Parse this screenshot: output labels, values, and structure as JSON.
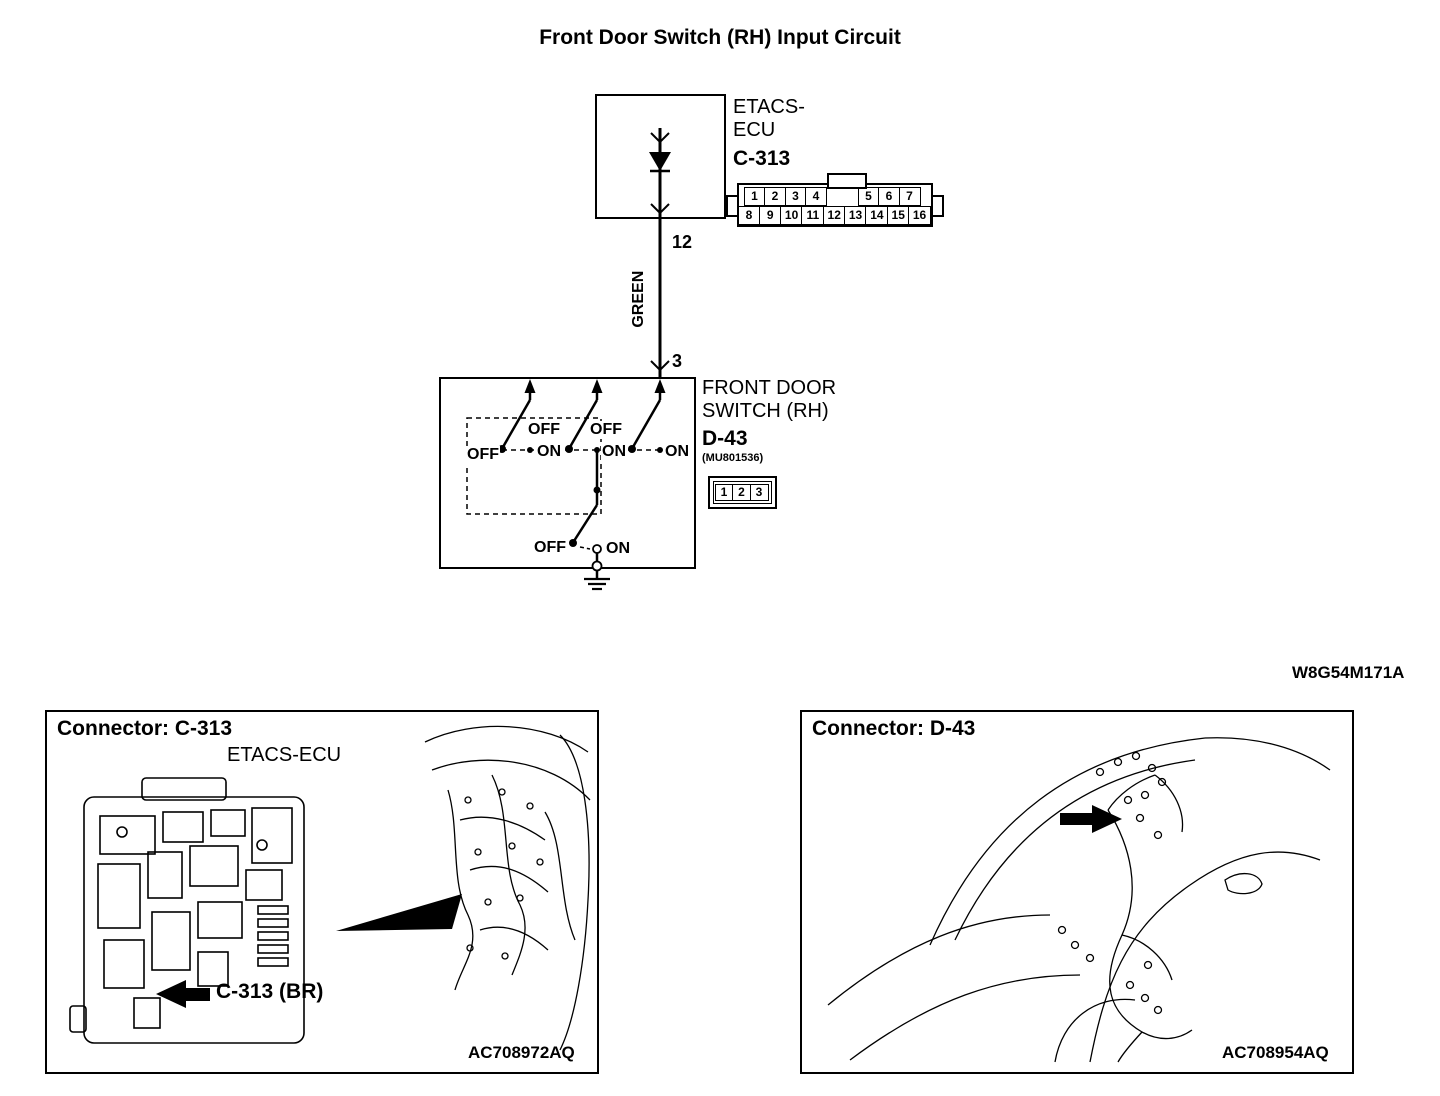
{
  "title": "Front Door Switch (RH) Input Circuit",
  "ecu": {
    "name_line1": "ETACS-",
    "name_line2": "ECU",
    "connector_label": "C-313"
  },
  "c313": {
    "row1": [
      "1",
      "2",
      "3",
      "4",
      "5",
      "6",
      "7"
    ],
    "row2": [
      "8",
      "9",
      "10",
      "11",
      "12",
      "13",
      "14",
      "15",
      "16"
    ]
  },
  "wire": {
    "top_pin": "12",
    "color": "GREEN",
    "bottom_pin": "3"
  },
  "door_switch": {
    "name_line1": "FRONT DOOR",
    "name_line2": "SWITCH (RH)",
    "connector_label": "D-43",
    "part_number": "(MU801536)",
    "pins": [
      "1",
      "2",
      "3"
    ],
    "off": "OFF",
    "on": "ON"
  },
  "ref_code": "W8G54M171A",
  "panel_c313": {
    "title": "Connector: C-313",
    "component": "ETACS-ECU",
    "callout": "C-313 (BR)",
    "photo_code": "AC708972AQ"
  },
  "panel_d43": {
    "title": "Connector: D-43",
    "photo_code": "AC708954AQ"
  }
}
